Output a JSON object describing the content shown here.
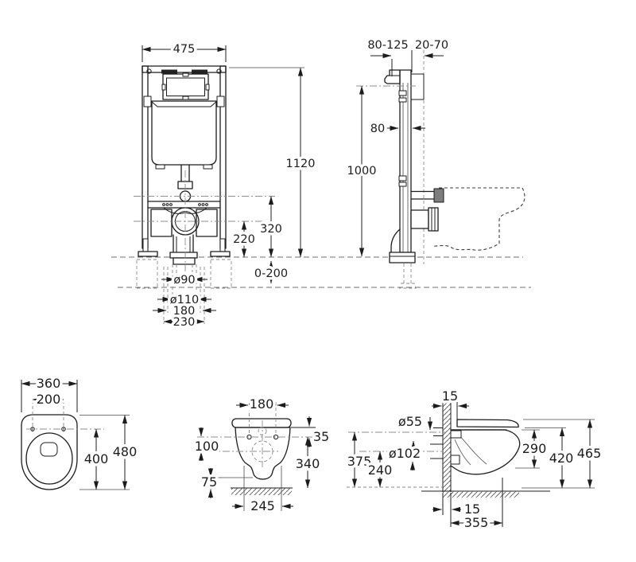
{
  "drawing": {
    "title": "wall-hung-wc-installation-dimensions",
    "colors": {
      "line": "#1c1c1c",
      "centerline": "#8f8f8f",
      "background": "#ffffff"
    },
    "views": {
      "frame_front": {
        "dims": {
          "width": "475",
          "height": "1120",
          "flush_height": "320",
          "outlet_height": "220",
          "floor_adjust": "0-200",
          "outlet_dia": "ø90",
          "sleeve_dia": "ø110",
          "bolt_span": "180",
          "base_span": "230"
        }
      },
      "frame_side": {
        "dims": {
          "depth_range": "80-125",
          "finish_range": "20-70",
          "profile_depth": "80",
          "panel_height": "1000"
        }
      },
      "pan_top": {
        "dims": {
          "width": "360",
          "hole_span": "200",
          "holes_to_front": "400",
          "depth": "480"
        }
      },
      "pan_rear": {
        "dims": {
          "hole_span": "180",
          "top_to_holes": "35",
          "holes_to_outlet": "100",
          "height": "340",
          "clearance": "75",
          "base_width": "245"
        }
      },
      "pan_side": {
        "dims": {
          "top_gap": "15",
          "inlet_dia": "ø55",
          "outlet_dia": "ø102",
          "inlet_height": "375",
          "outlet_height": "240",
          "rear_height": "290",
          "rim_height": "420",
          "total_height": "465",
          "bottom_gap": "15",
          "depth": "355"
        }
      }
    }
  }
}
